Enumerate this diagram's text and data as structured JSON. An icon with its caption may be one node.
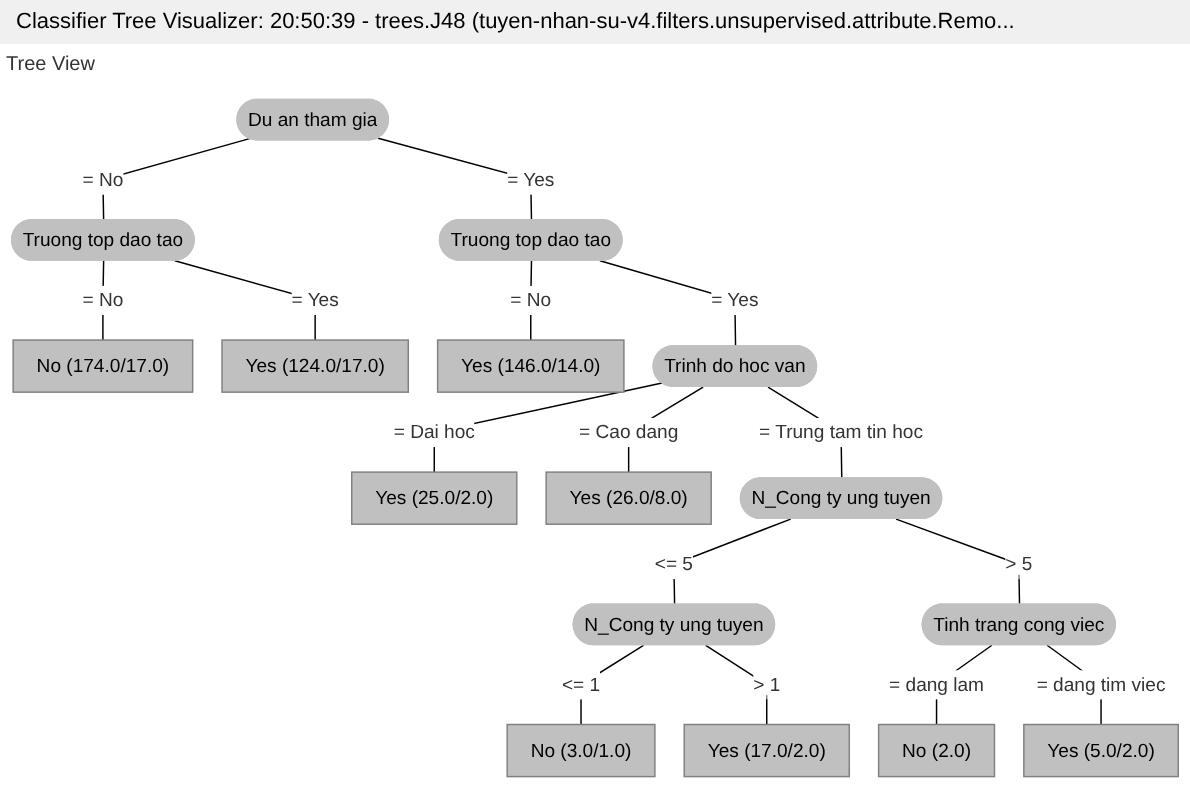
{
  "diagram": {
    "title": "Classifier Tree Visualizer: 20:50:39 - trees.J48 (tuyen-nhan-su-v4.filters.unsupervised.attribute.Remo...",
    "nodes": [
      {
        "text": [
          "Du an tham gia"
        ]
      },
      {
        "text": [
          "Truong top dao tao"
        ]
      },
      {
        "text": [
          "No (174.0/17.0)"
        ]
      },
      {
        "text": [
          "Yes (124.0/17.0)"
        ]
      },
      {
        "text": [
          "Truong top dao tao"
        ]
      },
      {
        "text": [
          "Yes (146.0/14.0)"
        ]
      },
      {
        "text": [
          "Trinh do hoc van"
        ]
      },
      {
        "text": [
          "Yes (25.0/2.0)"
        ]
      },
      {
        "text": [
          "Yes (26.0/8.0)"
        ]
      },
      {
        "text": [
          "N_Cong ty ung tuyen"
        ]
      },
      {
        "text": [
          "N_Cong ty ung tuyen"
        ]
      },
      {
        "text": [
          "No (3.0/1.0)"
        ]
      },
      {
        "text": [
          "Yes (17.0/2.0)"
        ]
      },
      {
        "text": [
          "Tinh trang cong viec"
        ]
      },
      {
        "text": [
          "No (2.0)"
        ]
      },
      {
        "text": [
          "Yes (5.0/2.0)"
        ]
      }
    ],
    "edges": [
      {
        "from": 0,
        "to": 1,
        "arrow": "none",
        "label": "= No"
      },
      {
        "from": 0,
        "to": 4,
        "arrow": "none",
        "label": "= Yes"
      },
      {
        "from": 1,
        "to": 2,
        "arrow": "none",
        "label": "= No"
      },
      {
        "from": 1,
        "to": 3,
        "arrow": "none",
        "label": "= Yes"
      },
      {
        "from": 4,
        "to": 5,
        "arrow": "none",
        "label": "= No"
      },
      {
        "from": 4,
        "to": 6,
        "arrow": "none",
        "label": "= Yes"
      },
      {
        "from": 6,
        "to": 7,
        "arrow": "none",
        "label": "= Dai hoc"
      },
      {
        "from": 6,
        "to": 8,
        "arrow": "none",
        "label": "= Cao dang"
      },
      {
        "from": 6,
        "to": 9,
        "arrow": "none",
        "label": "= Trung tam tin hoc"
      },
      {
        "from": 9,
        "to": 10,
        "arrow": "none",
        "label": "<= 5"
      },
      {
        "from": 9,
        "to": 13,
        "arrow": "none",
        "label": "> 5"
      },
      {
        "from": 10,
        "to": 11,
        "arrow": "none",
        "label": "<= 1"
      },
      {
        "from": 10,
        "to": 12,
        "arrow": "none",
        "label": "> 1"
      },
      {
        "from": 13,
        "to": 14,
        "arrow": "none",
        "label": "= dang lam"
      },
      {
        "from": 13,
        "to": 15,
        "arrow": "none",
        "label": "= dang tim viec"
      }
    ],
    "labels": [
      "Tree View"
    ]
  }
}
